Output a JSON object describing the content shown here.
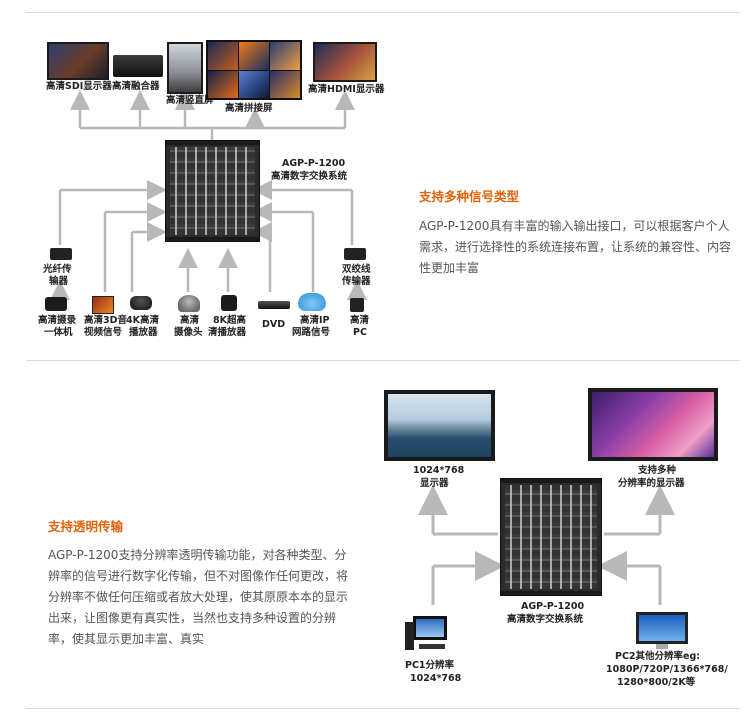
{
  "section1": {
    "outputs": {
      "sdi": "高清SDI显示器",
      "fusion": "高清融合器",
      "vertical": "高清竖直屏",
      "splice": "高清拼接屏",
      "hdmi": "高清HDMI显示器"
    },
    "device_model": "AGP-P-1200",
    "device_name": "高清数字交换系统",
    "transmitters": {
      "fiber_line1": "光纤传",
      "fiber_line2": "输器",
      "twisted_line1": "双绞线",
      "twisted_line2": "传输器"
    },
    "inputs": {
      "camcorder_line1": "高清摄录",
      "camcorder_line2": "一体机",
      "audio3d_line1": "高清3D音",
      "audio3d_line2": "视频信号",
      "player4k_line1": "4K高清",
      "player4k_line2": "播放器",
      "camera_line1": "高清",
      "camera_line2": "摄像头",
      "player8k_line1": "8K超高",
      "player8k_line2": "清播放器",
      "dvd": "DVD",
      "ip_line1": "高清IP",
      "ip_line2": "网路信号",
      "pc_line1": "高清",
      "pc_line2": "PC"
    },
    "heading": "支持多种信号类型",
    "paragraph": "AGP-P-1200具有丰富的输入输出接口，可以根据客户个人需求，进行选择性的系统连接布置，让系统的兼容性、内容性更加丰富"
  },
  "section2": {
    "left_display_res": "1024*768",
    "left_display_label": "显示器",
    "right_display_line1": "支持多种",
    "right_display_line2": "分辨率的显示器",
    "device_model": "AGP-P-1200",
    "device_name": "高清数字交换系统",
    "pc1_line1": "PC1分辨率",
    "pc1_line2": "1024*768",
    "pc2_line1": "PC2其他分辨率eg:",
    "pc2_line2": "1080P/720P/1366*768/",
    "pc2_line3": "1280*800/2K等",
    "heading": "支持透明传输",
    "paragraph": "AGP-P-1200支持分辨率透明传输功能，对各种类型、分辨率的信号进行数字化传输，但不对图像作任何更改，将分辨率不做任何压缩或者放大处理，使其原原本本的显示出来，让图像更有真实性，当然也支持多种设置的分辨率，使其显示更加丰富、真实"
  },
  "colors": {
    "accent": "#e0640b",
    "arrow": "#b8b8b8",
    "rule": "#d9d9d9"
  }
}
